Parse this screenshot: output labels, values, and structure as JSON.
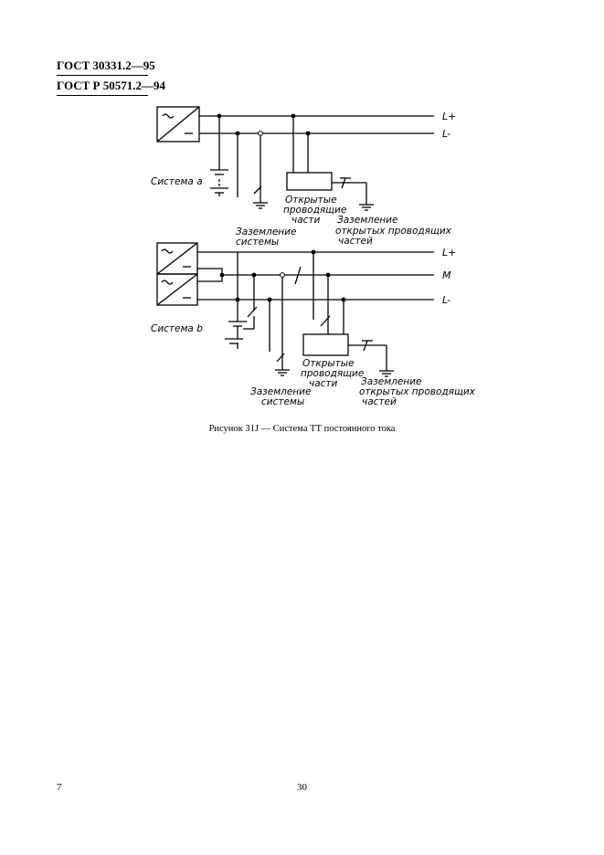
{
  "header": {
    "standard_1": "ГОСТ 30331.2—95",
    "standard_2": "ГОСТ Р 50571.2—94"
  },
  "diagram": {
    "line_labels": {
      "l_plus": "L+",
      "l_minus": "L-",
      "m": "M"
    },
    "system_a": {
      "title": "Система a",
      "exposed_parts_1": "Открытые",
      "exposed_parts_2": "проводящие",
      "exposed_parts_3": "части",
      "system_earthing_1": "Заземление",
      "system_earthing_2": "системы",
      "parts_earthing_1": "Заземление",
      "parts_earthing_2": "открытых проводящих",
      "parts_earthing_3": "частей"
    },
    "system_b": {
      "title": "Система b",
      "exposed_parts_1": "Открытые",
      "exposed_parts_2": "проводящие",
      "exposed_parts_3": "части",
      "system_earthing_1": "Заземление",
      "system_earthing_2": "системы",
      "parts_earthing_1": "Заземление",
      "parts_earthing_2": "открытых проводящих",
      "parts_earthing_3": "частей"
    }
  },
  "caption": "Рисунок 31J — Система ТТ постоянного тока",
  "footer": {
    "page_left": "7",
    "page_center": "30"
  }
}
